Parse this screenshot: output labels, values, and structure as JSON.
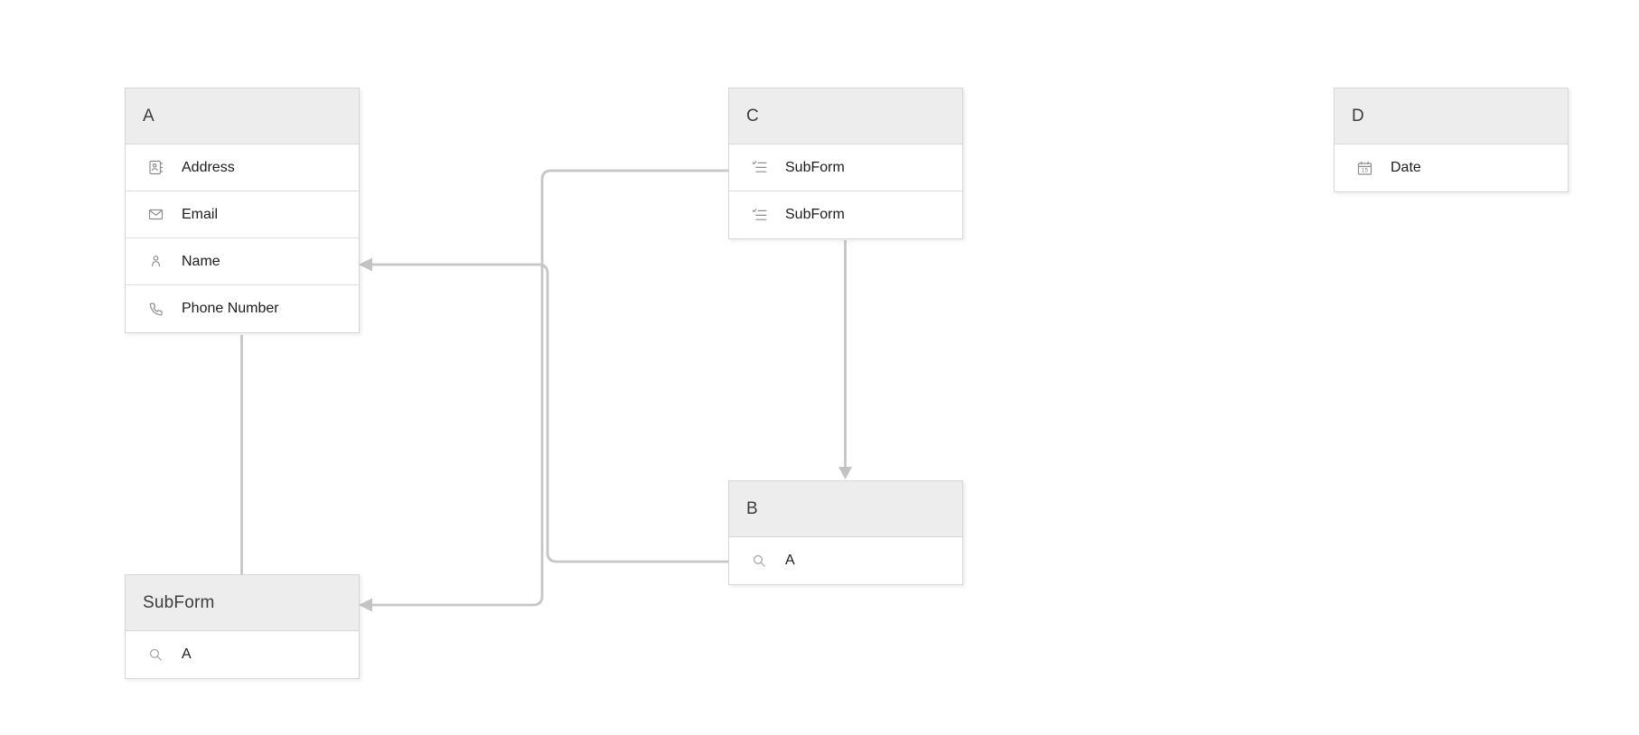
{
  "diagram": {
    "forms": [
      {
        "title": "A",
        "fields": [
          {
            "label": "Address",
            "type": "address",
            "icon": "address-book-icon"
          },
          {
            "label": "Email",
            "type": "email",
            "icon": "email-icon"
          },
          {
            "label": "Name",
            "type": "name",
            "icon": "user-icon"
          },
          {
            "label": "Phone Number",
            "type": "phone",
            "icon": "phone-icon"
          }
        ]
      },
      {
        "title": "C",
        "fields": [
          {
            "label": "SubForm",
            "type": "subform",
            "icon": "checklist-icon"
          },
          {
            "label": "SubForm",
            "type": "subform",
            "icon": "checklist-icon"
          }
        ]
      },
      {
        "title": "D",
        "fields": [
          {
            "label": "Date",
            "type": "date",
            "icon": "calendar-icon"
          }
        ]
      },
      {
        "title": "B",
        "fields": [
          {
            "label": "A",
            "type": "lookup",
            "icon": "search-icon"
          }
        ]
      },
      {
        "title": "SubForm",
        "fields": [
          {
            "label": "A",
            "type": "lookup",
            "icon": "search-icon"
          }
        ]
      }
    ],
    "connections": [
      {
        "from": "C.SubForm",
        "to": "SubForm",
        "arrow": true
      },
      {
        "from": "B.A",
        "to": "A.Name",
        "arrow": true
      },
      {
        "from": "C",
        "to": "B",
        "arrow": true
      },
      {
        "from": "A",
        "to": "SubForm",
        "arrow": false
      }
    ],
    "calendar_icon_day": "15",
    "colors": {
      "connector": "#c6c6c6",
      "header_bg": "#ededed",
      "box_border": "#d6d6d6",
      "header_text": "#3c3c3c",
      "field_text": "#1c1c1c",
      "icon": "#8d8d8d"
    }
  }
}
